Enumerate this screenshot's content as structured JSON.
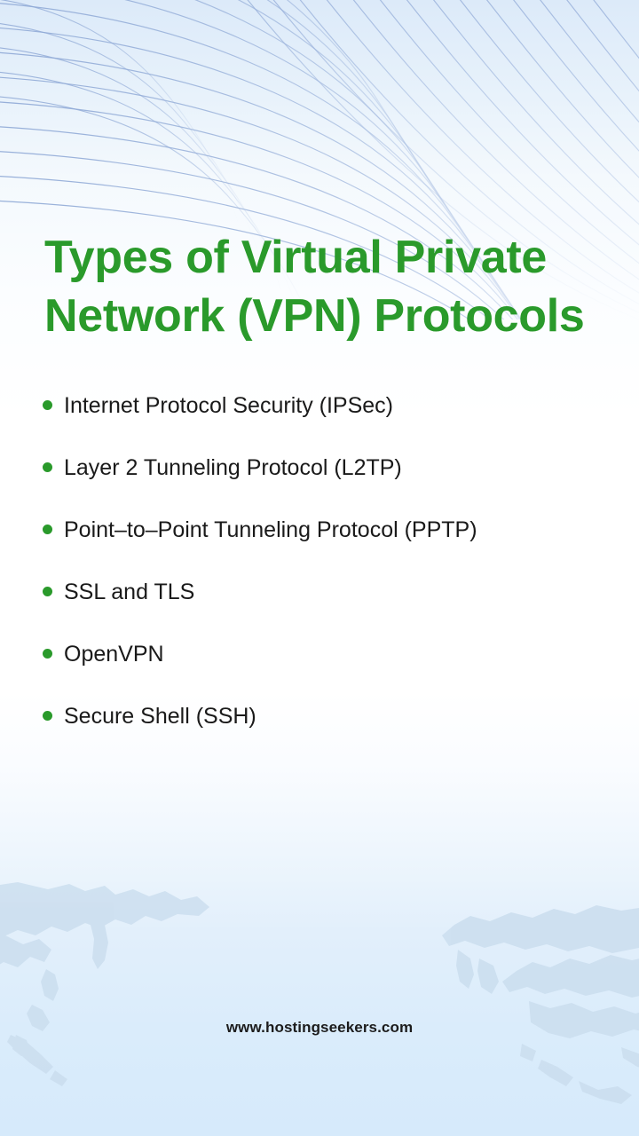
{
  "page": {
    "background_top_color": "#dceaf9",
    "background_bottom_color": "#d6eafb",
    "accent_color": "#2a9a2b",
    "body_text_color": "#1a1a1a"
  },
  "decorations": {
    "arc_pattern": {
      "name": "concentric-arcs-decoration",
      "line_color": "#8fa9d6",
      "position": "top"
    },
    "world_map": {
      "name": "world-map-watermark",
      "fill_color": "#cfe1f0",
      "position": "bottom"
    }
  },
  "heading": {
    "text": "Types of Virtual Private Network (VPN) Protocols",
    "color": "#2a9a2b"
  },
  "bullets": {
    "dot_color": "#2a9a2b",
    "items": [
      {
        "label": "Internet Protocol Security (IPSec)"
      },
      {
        "label": "Layer 2 Tunneling Protocol (L2TP)"
      },
      {
        "label": "Point–to–Point Tunneling Protocol (PPTP)"
      },
      {
        "label": "SSL and TLS"
      },
      {
        "label": "OpenVPN"
      },
      {
        "label": "Secure Shell (SSH)"
      }
    ]
  },
  "footer": {
    "text": "www.hostingseekers.com"
  }
}
